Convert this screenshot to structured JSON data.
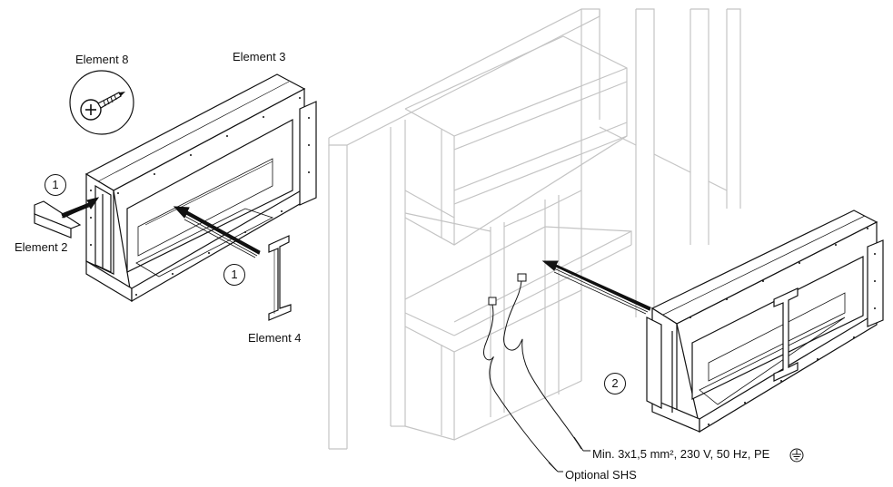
{
  "labels": {
    "element8": "Element 8",
    "element3": "Element 3",
    "element2": "Element 2",
    "element4": "Element 4",
    "cable_spec": "Min. 3x1,5 mm², 230 V, 50 Hz,  PE",
    "optional_shs": "Optional SHS"
  },
  "step_numbers": [
    "1",
    "1",
    "2"
  ],
  "colors": {
    "line": "#111111",
    "wall_frame": "#c8c8c8",
    "arrow": "#111111"
  },
  "icons": [
    "screw-icon",
    "earth-ground-icon"
  ]
}
